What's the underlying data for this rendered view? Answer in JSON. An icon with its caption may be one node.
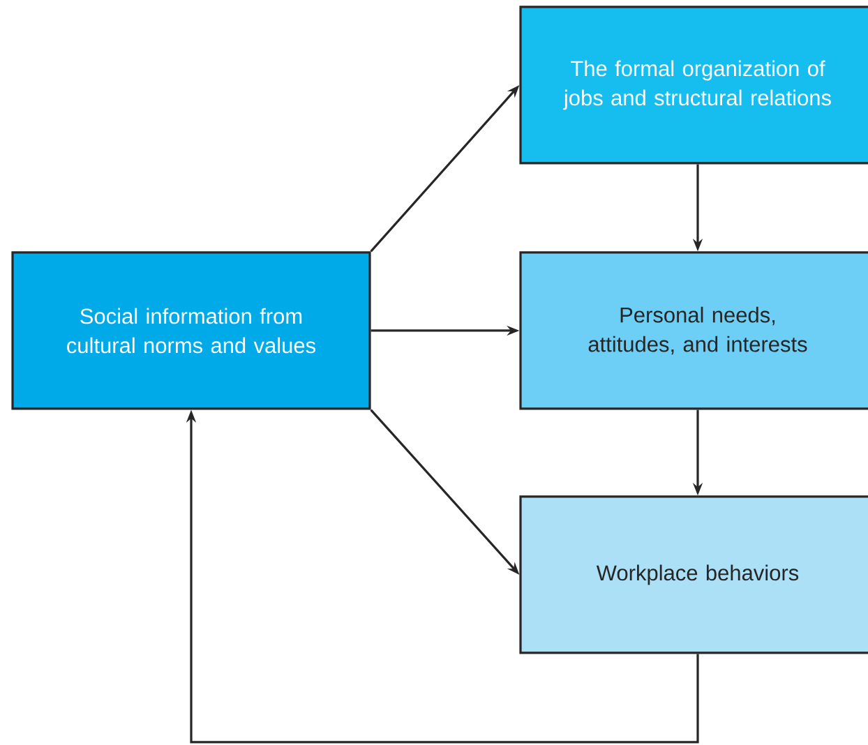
{
  "diagram": {
    "nodes": [
      {
        "text": [
          "Social information from cultural norms and values"
        ]
      },
      {
        "text": [
          "The formal organization of jobs and structural relations"
        ]
      },
      {
        "text": [
          "Personal needs, attitudes, and interests"
        ]
      },
      {
        "text": [
          "Workplace behaviors"
        ]
      }
    ],
    "edges": [
      {
        "from": 0,
        "to": 1,
        "arrow": "to"
      },
      {
        "from": 0,
        "to": 2,
        "arrow": "to"
      },
      {
        "from": 0,
        "to": 3,
        "arrow": "to"
      },
      {
        "from": 1,
        "to": 2,
        "arrow": "to"
      },
      {
        "from": 2,
        "to": 3,
        "arrow": "to"
      },
      {
        "from": 3,
        "to": 0,
        "arrow": "to"
      }
    ]
  }
}
